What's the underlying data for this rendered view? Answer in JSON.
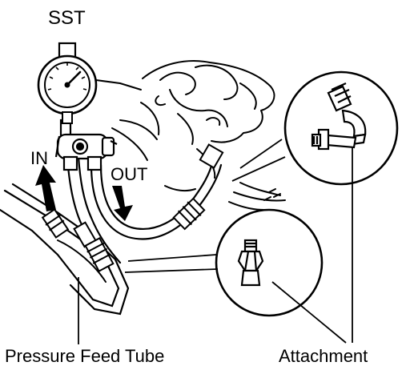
{
  "labels": {
    "sst": "SST",
    "in": "IN",
    "out": "OUT",
    "pressure_feed_tube": "Pressure Feed Tube",
    "attachment": "Attachment"
  },
  "colors": {
    "ink": "#000000",
    "paper": "#ffffff",
    "arrow_fill": "#000000"
  }
}
